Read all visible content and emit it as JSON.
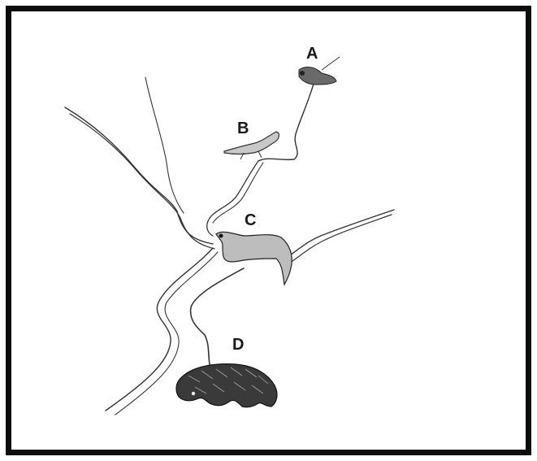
{
  "figure": {
    "labels": [
      "A",
      "B",
      "C",
      "D"
    ]
  },
  "colors": {
    "ink": "#1a1a1a",
    "frame": "#0d0d0d",
    "paper": "#ffffff"
  },
  "icons": {
    "A": "small-primate-icon",
    "B": "lizard-icon",
    "C": "weasel-icon",
    "D": "bear-icon"
  }
}
